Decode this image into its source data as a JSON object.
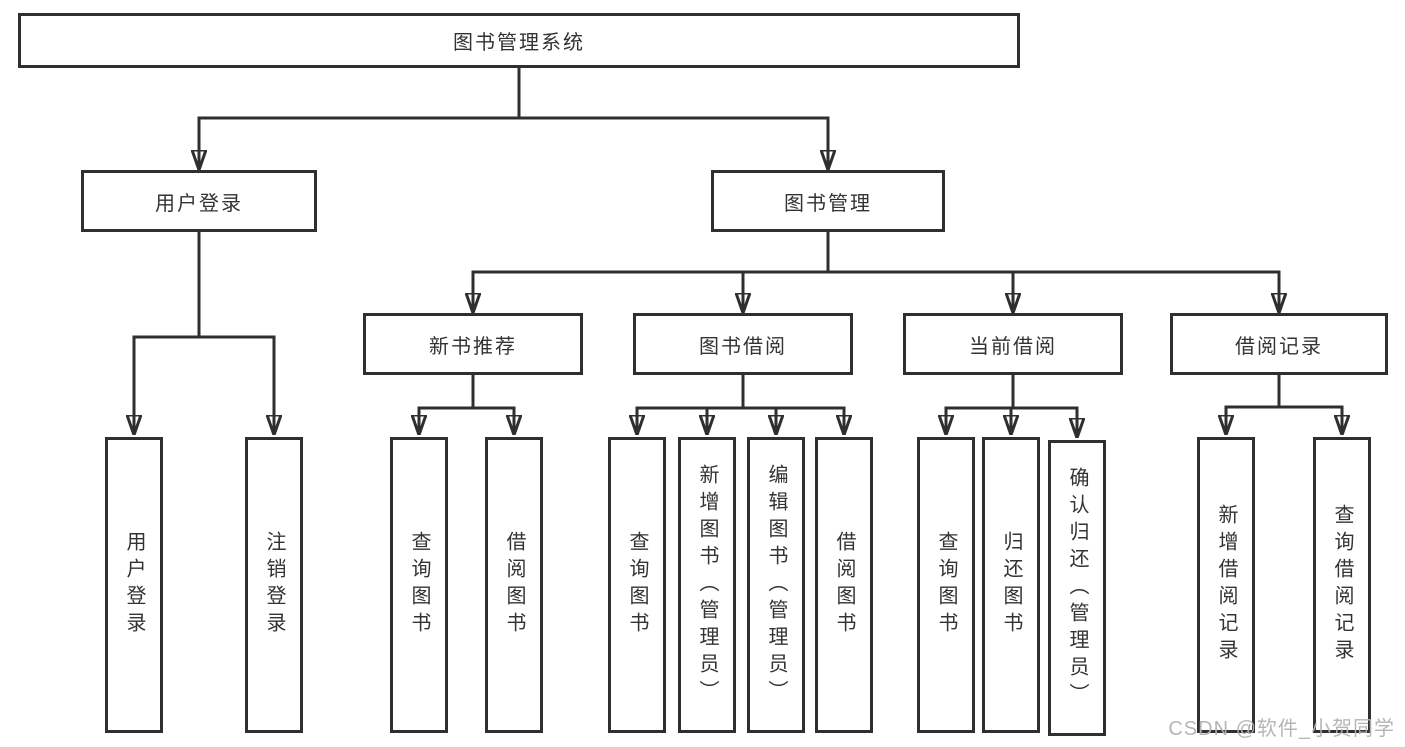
{
  "colors": {
    "background": "#ffffff",
    "line": "#2f2f2f",
    "text": "#333333",
    "watermark": "#b2b2b2"
  },
  "diagram": {
    "title": "图书管理系统",
    "branches": [
      {
        "label": "用户登录",
        "leaves": [
          "用户登录",
          "注销登录"
        ]
      },
      {
        "label": "图书管理",
        "groups": [
          {
            "label": "新书推荐",
            "leaves": [
              "查询图书",
              "借阅图书"
            ]
          },
          {
            "label": "图书借阅",
            "leaves": [
              "查询图书",
              "新增图书（管理员）",
              "编辑图书（管理员）",
              "借阅图书"
            ]
          },
          {
            "label": "当前借阅",
            "leaves": [
              "查询图书",
              "归还图书",
              "确认归还（管理员）"
            ]
          },
          {
            "label": "借阅记录",
            "leaves": [
              "新增借阅记录",
              "查询借阅记录"
            ]
          }
        ]
      }
    ]
  },
  "watermark": "CSDN @软件_小贺同学"
}
